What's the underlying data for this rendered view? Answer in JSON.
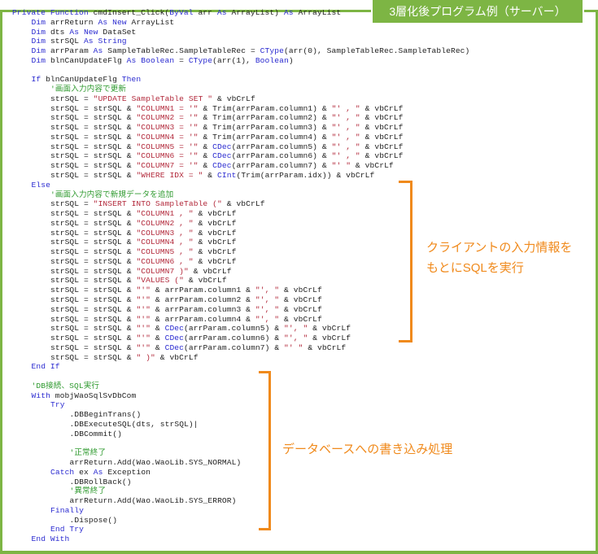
{
  "title": "3層化後プログラム例（サーバー）",
  "colors": {
    "frame": "#7db544",
    "accent": "#f08a1c",
    "keyword": "#2a2ad0",
    "string": "#b2283a",
    "comment": "#2f9a2f"
  },
  "annotations": {
    "client_input": [
      "クライアントの入力情報を",
      "もとにSQLを実行"
    ],
    "db_write": "データベースへの書き込み処理"
  },
  "code_lines": [
    {
      "i": 0,
      "s": [
        [
          "Private Function ",
          "k"
        ],
        [
          "cmdInsert_Click(",
          "t"
        ],
        [
          "ByVal ",
          "k"
        ],
        [
          "arr ",
          "t"
        ],
        [
          "As ",
          "k"
        ],
        [
          "ArrayList) ",
          "t"
        ],
        [
          "As ",
          "k"
        ],
        [
          "ArrayList",
          "t"
        ]
      ]
    },
    {
      "i": 1,
      "s": [
        [
          "Dim ",
          "k"
        ],
        [
          "arrReturn ",
          "t"
        ],
        [
          "As New ",
          "k"
        ],
        [
          "ArrayList",
          "t"
        ]
      ]
    },
    {
      "i": 1,
      "s": [
        [
          "Dim ",
          "k"
        ],
        [
          "dts ",
          "t"
        ],
        [
          "As New ",
          "k"
        ],
        [
          "DataSet",
          "t"
        ]
      ]
    },
    {
      "i": 1,
      "s": [
        [
          "Dim ",
          "k"
        ],
        [
          "strSQL ",
          "t"
        ],
        [
          "As String",
          "k"
        ]
      ]
    },
    {
      "i": 1,
      "s": [
        [
          "Dim ",
          "k"
        ],
        [
          "arrParam ",
          "t"
        ],
        [
          "As ",
          "k"
        ],
        [
          "SampleTableRec.SampleTableRec = ",
          "t"
        ],
        [
          "CType",
          "k"
        ],
        [
          "(arr(0), SampleTableRec.SampleTableRec)",
          "t"
        ]
      ]
    },
    {
      "i": 1,
      "s": [
        [
          "Dim ",
          "k"
        ],
        [
          "blnCanUpdateFlg ",
          "t"
        ],
        [
          "As Boolean ",
          "k"
        ],
        [
          "= ",
          "t"
        ],
        [
          "CType",
          "k"
        ],
        [
          "(arr(1), ",
          "t"
        ],
        [
          "Boolean",
          "k"
        ],
        [
          ")",
          "t"
        ]
      ]
    },
    {
      "i": 0,
      "s": []
    },
    {
      "i": 1,
      "s": [
        [
          "If ",
          "k"
        ],
        [
          "blnCanUpdateFlg ",
          "t"
        ],
        [
          "Then",
          "k"
        ]
      ]
    },
    {
      "i": 2,
      "s": [
        [
          "'画面入力内容で更新",
          "c"
        ]
      ]
    },
    {
      "i": 2,
      "s": [
        [
          "strSQL = ",
          "t"
        ],
        [
          "\"UPDATE SampleTable SET \"",
          "s"
        ],
        [
          " & vbCrLf",
          "t"
        ]
      ]
    },
    {
      "i": 2,
      "s": [
        [
          "strSQL = strSQL & ",
          "t"
        ],
        [
          "\"COLUMN1 = '\"",
          "s"
        ],
        [
          " & Trim(arrParam.column1) & ",
          "t"
        ],
        [
          "\"' , \"",
          "s"
        ],
        [
          " & vbCrLf",
          "t"
        ]
      ]
    },
    {
      "i": 2,
      "s": [
        [
          "strSQL = strSQL & ",
          "t"
        ],
        [
          "\"COLUMN2 = '\"",
          "s"
        ],
        [
          " & Trim(arrParam.column2) & ",
          "t"
        ],
        [
          "\"' , \"",
          "s"
        ],
        [
          " & vbCrLf",
          "t"
        ]
      ]
    },
    {
      "i": 2,
      "s": [
        [
          "strSQL = strSQL & ",
          "t"
        ],
        [
          "\"COLUMN3 = '\"",
          "s"
        ],
        [
          " & Trim(arrParam.column3) & ",
          "t"
        ],
        [
          "\"' , \"",
          "s"
        ],
        [
          " & vbCrLf",
          "t"
        ]
      ]
    },
    {
      "i": 2,
      "s": [
        [
          "strSQL = strSQL & ",
          "t"
        ],
        [
          "\"COLUMN4 = '\"",
          "s"
        ],
        [
          " & Trim(arrParam.column4) & ",
          "t"
        ],
        [
          "\"' , \"",
          "s"
        ],
        [
          " & vbCrLf",
          "t"
        ]
      ]
    },
    {
      "i": 2,
      "s": [
        [
          "strSQL = strSQL & ",
          "t"
        ],
        [
          "\"COLUMN5 = '\"",
          "s"
        ],
        [
          " & ",
          "t"
        ],
        [
          "CDec",
          "k"
        ],
        [
          "(arrParam.column5) & ",
          "t"
        ],
        [
          "\"' , \"",
          "s"
        ],
        [
          " & vbCrLf",
          "t"
        ]
      ]
    },
    {
      "i": 2,
      "s": [
        [
          "strSQL = strSQL & ",
          "t"
        ],
        [
          "\"COLUMN6 = '\"",
          "s"
        ],
        [
          " & ",
          "t"
        ],
        [
          "CDec",
          "k"
        ],
        [
          "(arrParam.column6) & ",
          "t"
        ],
        [
          "\"' , \"",
          "s"
        ],
        [
          " & vbCrLf",
          "t"
        ]
      ]
    },
    {
      "i": 2,
      "s": [
        [
          "strSQL = strSQL & ",
          "t"
        ],
        [
          "\"COLUMN7 = '\"",
          "s"
        ],
        [
          " & ",
          "t"
        ],
        [
          "CDec",
          "k"
        ],
        [
          "(arrParam.column7) & ",
          "t"
        ],
        [
          "\"' \"",
          "s"
        ],
        [
          " & vbCrLf",
          "t"
        ]
      ]
    },
    {
      "i": 2,
      "s": [
        [
          "strSQL = strSQL & ",
          "t"
        ],
        [
          "\"WHERE IDX = \"",
          "s"
        ],
        [
          " & ",
          "t"
        ],
        [
          "CInt",
          "k"
        ],
        [
          "(Trim(arrParam.idx)) & vbCrLf",
          "t"
        ]
      ]
    },
    {
      "i": 1,
      "s": [
        [
          "Else",
          "k"
        ]
      ]
    },
    {
      "i": 2,
      "s": [
        [
          "'画面入力内容で新規データを追加",
          "c"
        ]
      ]
    },
    {
      "i": 2,
      "s": [
        [
          "strSQL = ",
          "t"
        ],
        [
          "\"INSERT INTO SampleTable (\"",
          "s"
        ],
        [
          " & vbCrLf",
          "t"
        ]
      ]
    },
    {
      "i": 2,
      "s": [
        [
          "strSQL = strSQL & ",
          "t"
        ],
        [
          "\"COLUMN1 , \"",
          "s"
        ],
        [
          " & vbCrLf",
          "t"
        ]
      ]
    },
    {
      "i": 2,
      "s": [
        [
          "strSQL = strSQL & ",
          "t"
        ],
        [
          "\"COLUMN2 , \"",
          "s"
        ],
        [
          " & vbCrLf",
          "t"
        ]
      ]
    },
    {
      "i": 2,
      "s": [
        [
          "strSQL = strSQL & ",
          "t"
        ],
        [
          "\"COLUMN3 , \"",
          "s"
        ],
        [
          " & vbCrLf",
          "t"
        ]
      ]
    },
    {
      "i": 2,
      "s": [
        [
          "strSQL = strSQL & ",
          "t"
        ],
        [
          "\"COLUMN4 , \"",
          "s"
        ],
        [
          " & vbCrLf",
          "t"
        ]
      ]
    },
    {
      "i": 2,
      "s": [
        [
          "strSQL = strSQL & ",
          "t"
        ],
        [
          "\"COLUMN5 , \"",
          "s"
        ],
        [
          " & vbCrLf",
          "t"
        ]
      ]
    },
    {
      "i": 2,
      "s": [
        [
          "strSQL = strSQL & ",
          "t"
        ],
        [
          "\"COLUMN6 , \"",
          "s"
        ],
        [
          " & vbCrLf",
          "t"
        ]
      ]
    },
    {
      "i": 2,
      "s": [
        [
          "strSQL = strSQL & ",
          "t"
        ],
        [
          "\"COLUMN7 )\"",
          "s"
        ],
        [
          " & vbCrLf",
          "t"
        ]
      ]
    },
    {
      "i": 2,
      "s": [
        [
          "strSQL = strSQL & ",
          "t"
        ],
        [
          "\"VALUES (\"",
          "s"
        ],
        [
          " & vbCrLf",
          "t"
        ]
      ]
    },
    {
      "i": 2,
      "s": [
        [
          "strSQL = strSQL & ",
          "t"
        ],
        [
          "\"'\"",
          "s"
        ],
        [
          " & arrParam.column1 & ",
          "t"
        ],
        [
          "\"', \"",
          "s"
        ],
        [
          " & vbCrLf",
          "t"
        ]
      ]
    },
    {
      "i": 2,
      "s": [
        [
          "strSQL = strSQL & ",
          "t"
        ],
        [
          "\"'\"",
          "s"
        ],
        [
          " & arrParam.column2 & ",
          "t"
        ],
        [
          "\"', \"",
          "s"
        ],
        [
          " & vbCrLf",
          "t"
        ]
      ]
    },
    {
      "i": 2,
      "s": [
        [
          "strSQL = strSQL & ",
          "t"
        ],
        [
          "\"'\"",
          "s"
        ],
        [
          " & arrParam.column3 & ",
          "t"
        ],
        [
          "\"', \"",
          "s"
        ],
        [
          " & vbCrLf",
          "t"
        ]
      ]
    },
    {
      "i": 2,
      "s": [
        [
          "strSQL = strSQL & ",
          "t"
        ],
        [
          "\"'\"",
          "s"
        ],
        [
          " & arrParam.column4 & ",
          "t"
        ],
        [
          "\"', \"",
          "s"
        ],
        [
          " & vbCrLf",
          "t"
        ]
      ]
    },
    {
      "i": 2,
      "s": [
        [
          "strSQL = strSQL & ",
          "t"
        ],
        [
          "\"'\"",
          "s"
        ],
        [
          " & ",
          "t"
        ],
        [
          "CDec",
          "k"
        ],
        [
          "(arrParam.column5) & ",
          "t"
        ],
        [
          "\"', \"",
          "s"
        ],
        [
          " & vbCrLf",
          "t"
        ]
      ]
    },
    {
      "i": 2,
      "s": [
        [
          "strSQL = strSQL & ",
          "t"
        ],
        [
          "\"'\"",
          "s"
        ],
        [
          " & ",
          "t"
        ],
        [
          "CDec",
          "k"
        ],
        [
          "(arrParam.column6) & ",
          "t"
        ],
        [
          "\"', \"",
          "s"
        ],
        [
          " & vbCrLf",
          "t"
        ]
      ]
    },
    {
      "i": 2,
      "s": [
        [
          "strSQL = strSQL & ",
          "t"
        ],
        [
          "\"'\"",
          "s"
        ],
        [
          " & ",
          "t"
        ],
        [
          "CDec",
          "k"
        ],
        [
          "(arrParam.column7) & ",
          "t"
        ],
        [
          "\"' \"",
          "s"
        ],
        [
          " & vbCrLf",
          "t"
        ]
      ]
    },
    {
      "i": 2,
      "s": [
        [
          "strSQL = strSQL & ",
          "t"
        ],
        [
          "\" )\"",
          "s"
        ],
        [
          " & vbCrLf",
          "t"
        ]
      ]
    },
    {
      "i": 1,
      "s": [
        [
          "End If",
          "k"
        ]
      ]
    },
    {
      "i": 0,
      "s": []
    },
    {
      "i": 1,
      "s": [
        [
          "'DB接続、SQL実行",
          "c"
        ]
      ]
    },
    {
      "i": 1,
      "s": [
        [
          "With ",
          "k"
        ],
        [
          "mobjWaoSqlSvDbCom",
          "t"
        ]
      ]
    },
    {
      "i": 2,
      "s": [
        [
          "Try",
          "k"
        ]
      ]
    },
    {
      "i": 3,
      "s": [
        [
          ".DBBeginTrans()",
          "t"
        ]
      ]
    },
    {
      "i": 3,
      "s": [
        [
          ".DBExecuteSQL(dts, strSQL)|",
          "t"
        ]
      ]
    },
    {
      "i": 3,
      "s": [
        [
          ".DBCommit()",
          "t"
        ]
      ]
    },
    {
      "i": 0,
      "s": []
    },
    {
      "i": 3,
      "s": [
        [
          "'正常終了",
          "c"
        ]
      ]
    },
    {
      "i": 3,
      "s": [
        [
          "arrReturn.Add(Wao.WaoLib.SYS_NORMAL)",
          "t"
        ]
      ]
    },
    {
      "i": 2,
      "s": [
        [
          "Catch ",
          "k"
        ],
        [
          "ex ",
          "t"
        ],
        [
          "As ",
          "k"
        ],
        [
          "Exception",
          "t"
        ]
      ]
    },
    {
      "i": 3,
      "s": [
        [
          ".DBRollBack()",
          "t"
        ]
      ]
    },
    {
      "i": 3,
      "s": [
        [
          "'異常終了",
          "c"
        ]
      ]
    },
    {
      "i": 3,
      "s": [
        [
          "arrReturn.Add(Wao.WaoLib.SYS_ERROR)",
          "t"
        ]
      ]
    },
    {
      "i": 2,
      "s": [
        [
          "Finally",
          "k"
        ]
      ]
    },
    {
      "i": 3,
      "s": [
        [
          ".Dispose()",
          "t"
        ]
      ]
    },
    {
      "i": 2,
      "s": [
        [
          "End Try",
          "k"
        ]
      ]
    },
    {
      "i": 1,
      "s": [
        [
          "End With",
          "k"
        ]
      ]
    }
  ]
}
